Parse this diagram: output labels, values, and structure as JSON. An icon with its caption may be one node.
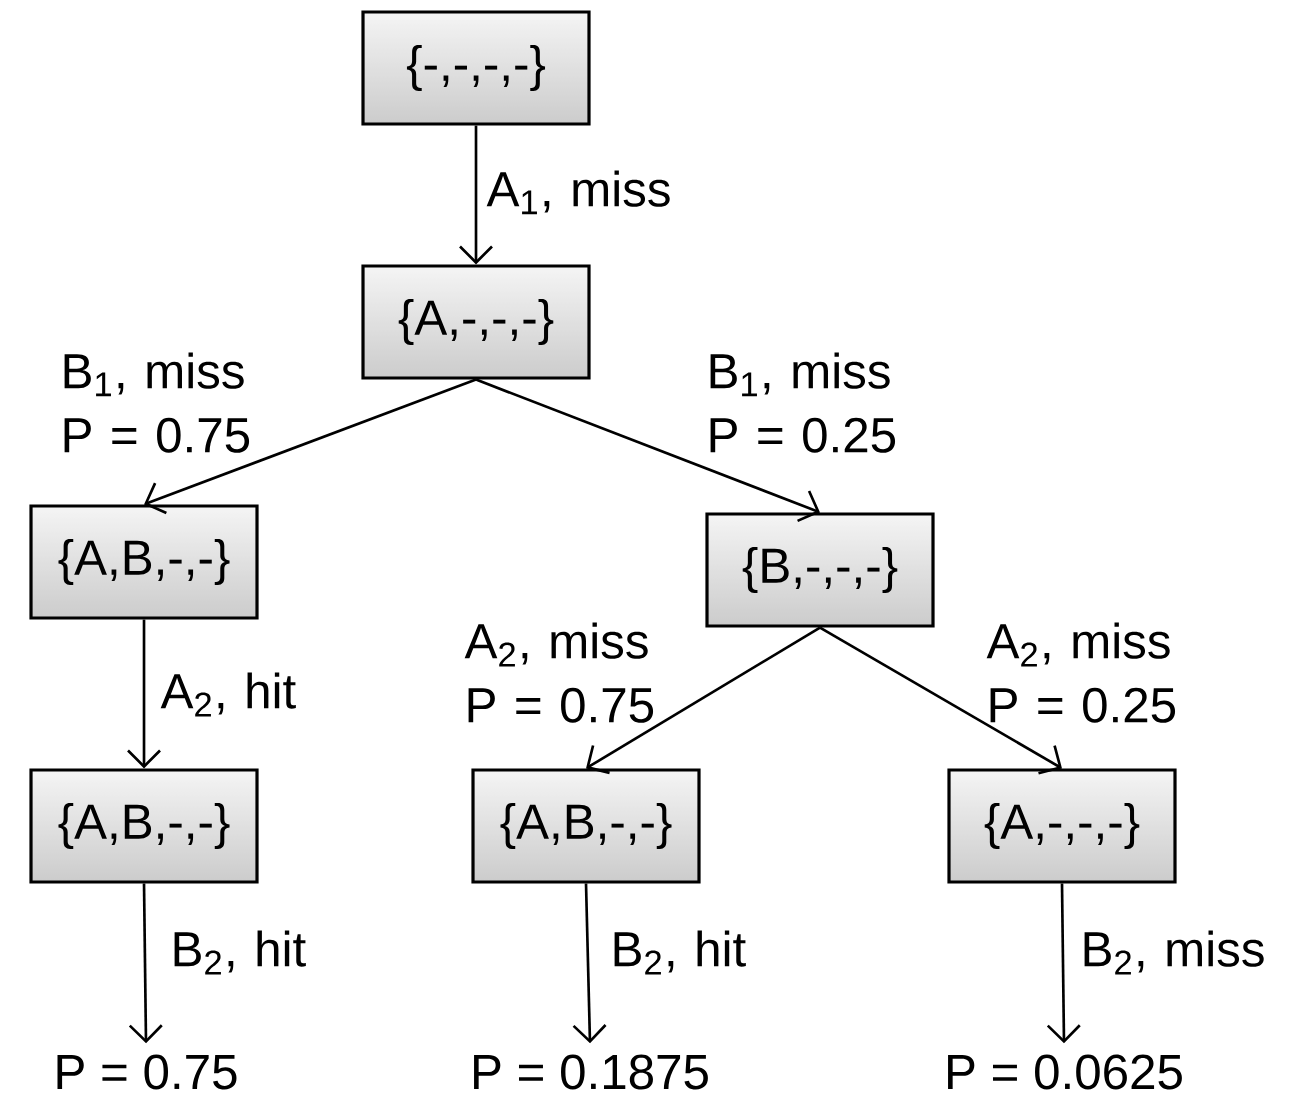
{
  "diagram": {
    "nodes": [
      {
        "text": [
          "{-,-,-,-}"
        ]
      },
      {
        "text": [
          "{A,-,-,-}"
        ]
      },
      {
        "text": [
          "{A,B,-,-}"
        ]
      },
      {
        "text": [
          "{B,-,-,-}"
        ]
      },
      {
        "text": [
          "{A,B,-,-}"
        ]
      },
      {
        "text": [
          "{A,B,-,-}"
        ]
      },
      {
        "text": [
          "{A,-,-,-}"
        ]
      },
      {
        "text": [
          "P = 0.75"
        ]
      },
      {
        "text": [
          "P = 0.1875"
        ]
      },
      {
        "text": [
          "P = 0.0625"
        ]
      }
    ],
    "edges": [
      {
        "from": 0,
        "to": 1,
        "arrow": "to",
        "label": "A$_{1}$, miss"
      },
      {
        "from": 1,
        "to": 2,
        "arrow": "to",
        "label": "B$_{1}$, miss P = 0.75"
      },
      {
        "from": 1,
        "to": 3,
        "arrow": "to",
        "label": "B$_{1}$, miss P = 0.25"
      },
      {
        "from": 2,
        "to": 4,
        "arrow": "to",
        "label": "A$_{2}$, hit"
      },
      {
        "from": 3,
        "to": 5,
        "arrow": "to",
        "label": "A$_{2}$, miss P = 0.75"
      },
      {
        "from": 3,
        "to": 6,
        "arrow": "to",
        "label": "A$_{2}$, miss P = 0.25"
      },
      {
        "from": 4,
        "to": 7,
        "arrow": "to",
        "label": "B$_{2}$, hit"
      },
      {
        "from": 5,
        "to": 8,
        "arrow": "to",
        "label": "B$_{2}$, hit"
      },
      {
        "from": 6,
        "to": 9,
        "arrow": "to",
        "label": "B$_{2}$, miss"
      }
    ]
  }
}
